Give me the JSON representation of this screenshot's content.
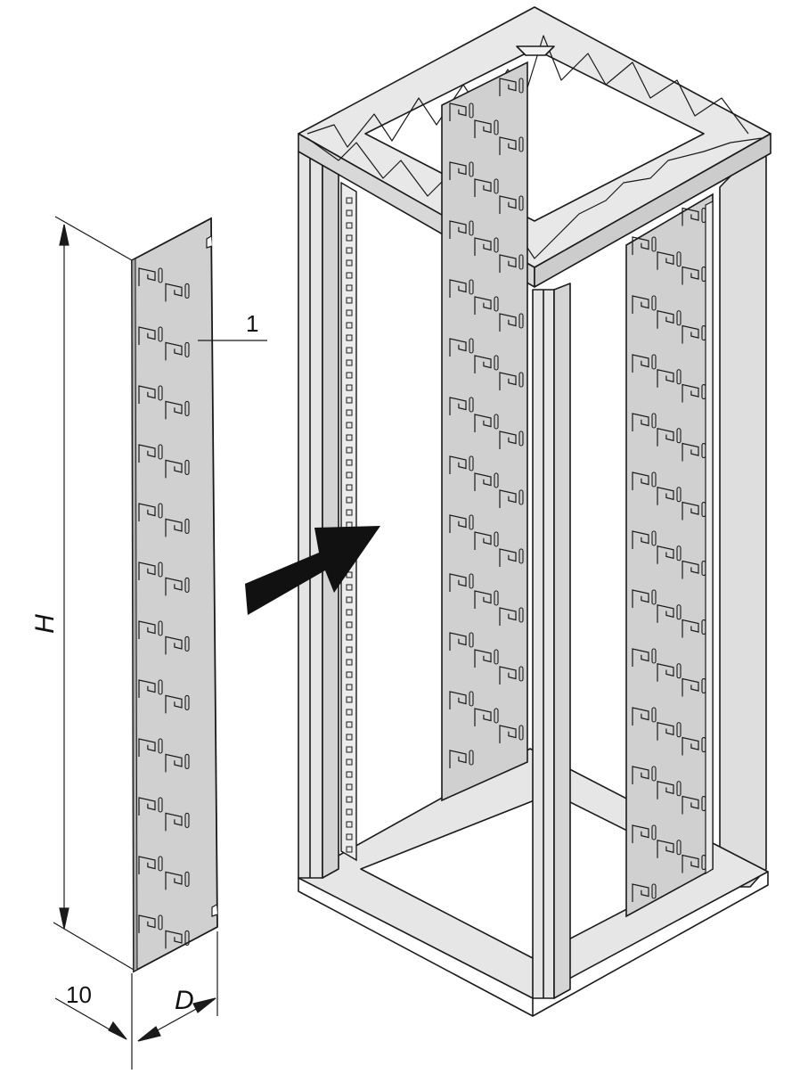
{
  "callout": {
    "number": "1"
  },
  "dimensions": {
    "height_label": "H",
    "depth_label": "D",
    "offset_value": "10"
  },
  "colors": {
    "panel_fill": "#d0d0d0",
    "frame_fill": "#e6e6e6",
    "frame_side": "#cfcfcf",
    "line": "#1a1a1a",
    "arrow": "#111111"
  }
}
